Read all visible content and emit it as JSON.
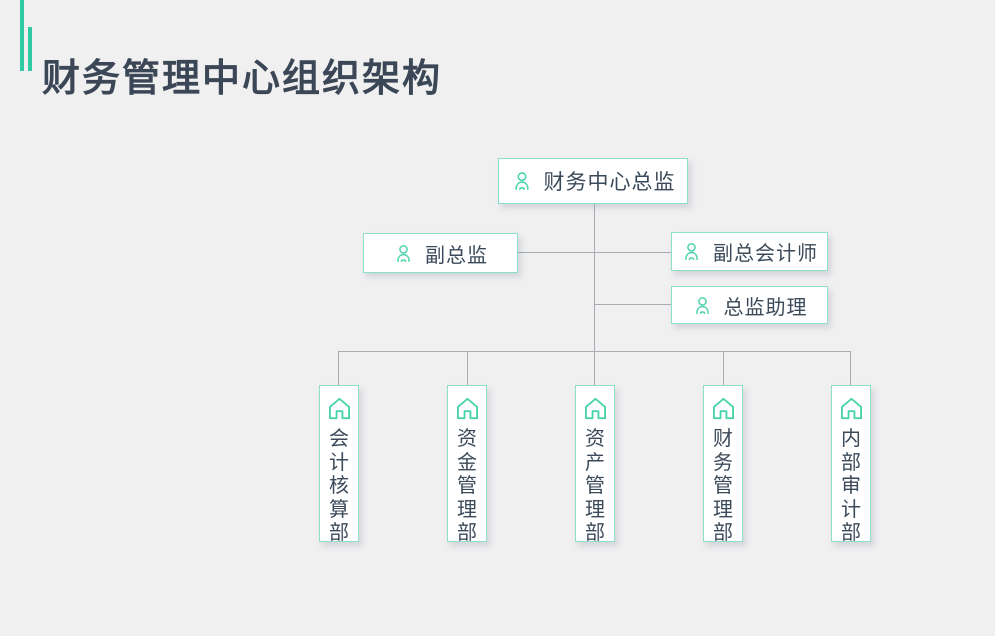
{
  "title": {
    "text": "财务管理中心组织架构"
  },
  "colors": {
    "background": "#f0f0f1",
    "accent_teal": "#2fc9a2",
    "box_border": "#8ce0c9",
    "icon_teal": "#4cd4ac",
    "text_dark": "#3b4a5a",
    "connector_gray": "#a8adb4"
  },
  "org": {
    "root": {
      "label": "财务中心总监",
      "icon": "person-icon"
    },
    "deputies": [
      {
        "label": "副总监",
        "icon": "person-icon"
      },
      {
        "label": "副总会计师",
        "icon": "person-icon"
      },
      {
        "label": "总监助理",
        "icon": "person-icon"
      }
    ],
    "departments": [
      {
        "label": "会计核算部",
        "icon": "home-icon"
      },
      {
        "label": "资金管理部",
        "icon": "home-icon"
      },
      {
        "label": "资产管理部",
        "icon": "home-icon"
      },
      {
        "label": "财务管理部",
        "icon": "home-icon"
      },
      {
        "label": "内部审计部",
        "icon": "home-icon"
      }
    ]
  }
}
